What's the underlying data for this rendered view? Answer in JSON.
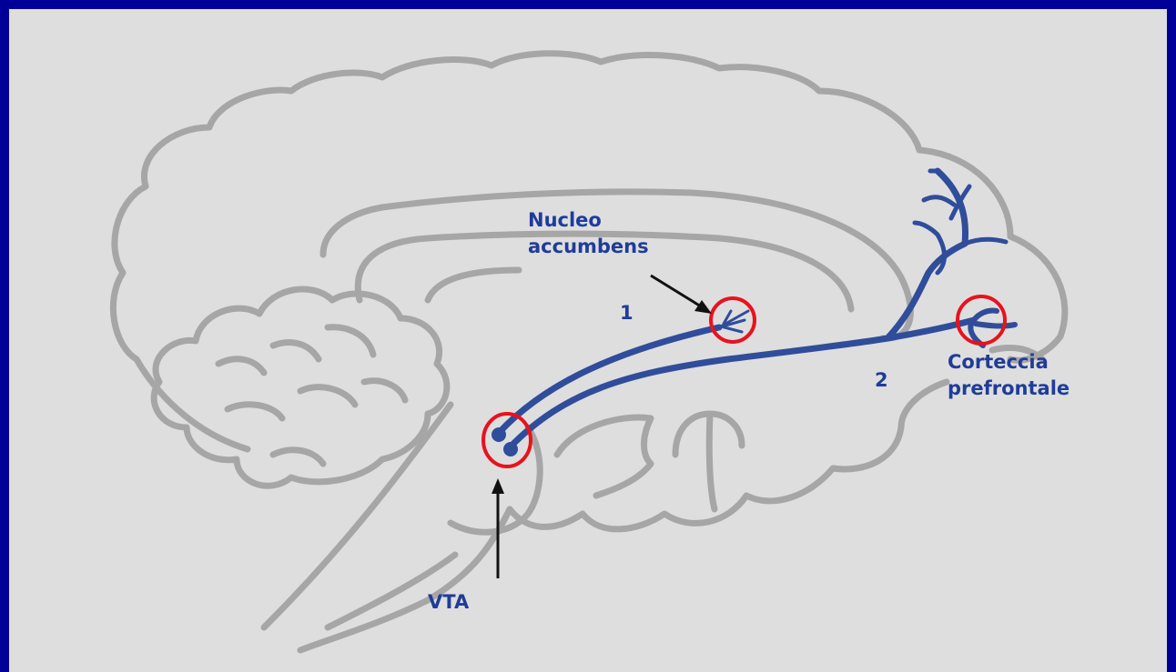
{
  "colors": {
    "border": "#000099",
    "background": "#dedede",
    "outline": "#a6a6a6",
    "pathway": "#2f4d9a",
    "highlight": "#e8121e",
    "label": "#1f3c99",
    "arrow": "#111111"
  },
  "labels": {
    "nucleus_accumbens": "Nucleo\naccumbens",
    "path_1": "1",
    "path_2": "2",
    "prefrontal_cortex": "Corteccia\nprefrontale",
    "vta": "VTA"
  }
}
